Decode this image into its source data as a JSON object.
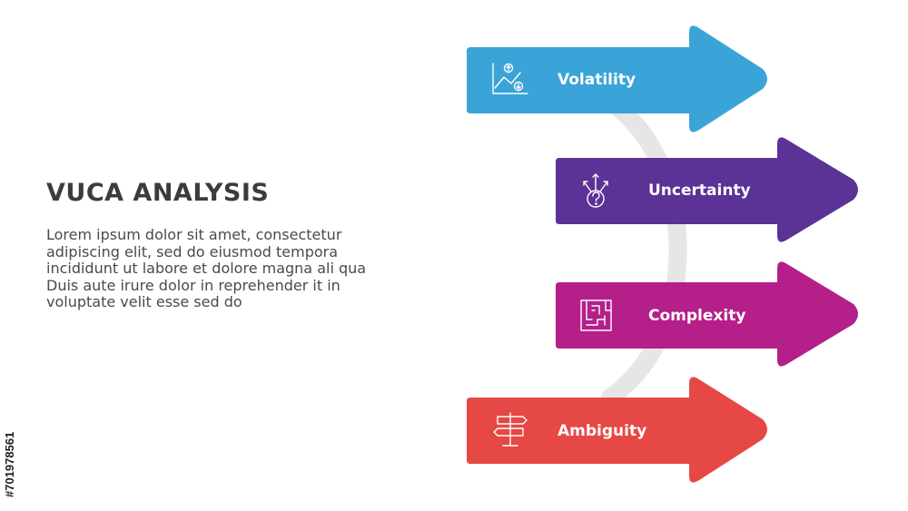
{
  "title": "VUCA ANALYSIS",
  "description": "Lorem ipsum dolor sit amet, consectetur adipiscing elit, sed do eiusmod tempora incididunt ut labore et dolore magna ali qua Duis aute irure dolor in reprehender it in voluptate velit esse sed do",
  "stock_id": "#701978561",
  "items": [
    {
      "label": "Volatility",
      "icon": "chart-up-down-icon",
      "color": "#3aa4d8"
    },
    {
      "label": "Uncertainty",
      "icon": "question-arrows-icon",
      "color": "#5b3296"
    },
    {
      "label": "Complexity",
      "icon": "maze-icon",
      "color": "#b51f8a"
    },
    {
      "label": "Ambiguity",
      "icon": "signpost-icon",
      "color": "#e64845"
    }
  ],
  "connector_color": "#e6e6e6"
}
